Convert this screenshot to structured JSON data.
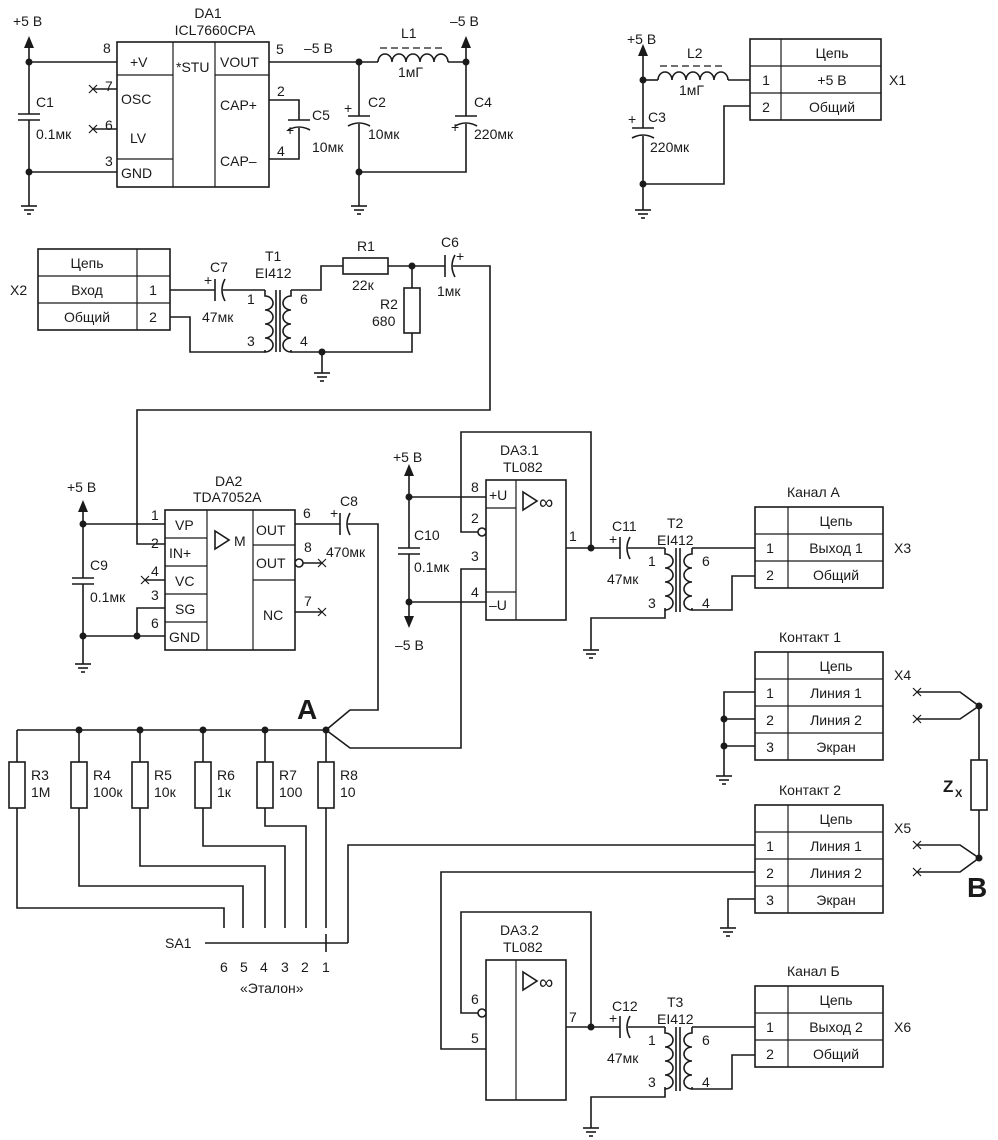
{
  "colors": {
    "ink": "#1a1a1a",
    "paper": "#ffffff"
  },
  "supply": {
    "plus5": "+5 В",
    "minus5": "–5 В"
  },
  "da1": {
    "ref": "DA1",
    "part": "ICL7660CPA",
    "center": "*STU",
    "pins": [
      {
        "num": "8",
        "name": "+V"
      },
      {
        "num": "7",
        "name": "OSC"
      },
      {
        "num": "6",
        "name": "LV"
      },
      {
        "num": "3",
        "name": "GND"
      },
      {
        "num": "5",
        "name": "VOUT"
      },
      {
        "num": "2",
        "name": "CAP+"
      },
      {
        "num": "4",
        "name": "CAP–"
      }
    ],
    "vout_label": "–5 В"
  },
  "da2": {
    "ref": "DA2",
    "part": "TDA7052A",
    "center": "M",
    "pins": [
      {
        "num": "1",
        "name": "VP"
      },
      {
        "num": "2",
        "name": "IN+"
      },
      {
        "num": "4",
        "name": "VC"
      },
      {
        "num": "3",
        "name": "SG"
      },
      {
        "num": "6",
        "name": "GND"
      },
      {
        "num": "6",
        "name": "OUT"
      },
      {
        "num": "8",
        "name": "OUT"
      },
      {
        "num": "7",
        "name": "NC"
      }
    ]
  },
  "da31": {
    "ref": "DA3.1",
    "part": "TL082",
    "sym": "∞",
    "pins": [
      {
        "num": "8",
        "name": "+U"
      },
      {
        "num": "2"
      },
      {
        "num": "3"
      },
      {
        "num": "4",
        "name": "–U"
      },
      {
        "num": "1"
      }
    ]
  },
  "da32": {
    "ref": "DA3.2",
    "part": "TL082",
    "sym": "∞",
    "pins": [
      {
        "num": "6"
      },
      {
        "num": "5"
      },
      {
        "num": "7"
      }
    ]
  },
  "caps": [
    {
      "ref": "C1",
      "value": "0.1мк"
    },
    {
      "ref": "C2",
      "value": "10мк"
    },
    {
      "ref": "C3",
      "value": "220мк"
    },
    {
      "ref": "C4",
      "value": "220мк"
    },
    {
      "ref": "C5",
      "value": "10мк"
    },
    {
      "ref": "C6",
      "value": "1мк"
    },
    {
      "ref": "C7",
      "value": "47мк"
    },
    {
      "ref": "C8",
      "value": "470мк"
    },
    {
      "ref": "C9",
      "value": "0.1мк"
    },
    {
      "ref": "C10",
      "value": "0.1мк"
    },
    {
      "ref": "C11",
      "value": "47мк"
    },
    {
      "ref": "C12",
      "value": "47мк"
    }
  ],
  "inductors": [
    {
      "ref": "L1",
      "value": "1мГ"
    },
    {
      "ref": "L2",
      "value": "1мГ"
    }
  ],
  "resistors": [
    {
      "ref": "R1",
      "value": "22к"
    },
    {
      "ref": "R2",
      "value": "680"
    },
    {
      "ref": "R3",
      "value": "1М"
    },
    {
      "ref": "R4",
      "value": "100к"
    },
    {
      "ref": "R5",
      "value": "10к"
    },
    {
      "ref": "R6",
      "value": "1к"
    },
    {
      "ref": "R7",
      "value": "100"
    },
    {
      "ref": "R8",
      "value": "10"
    }
  ],
  "transformers": [
    {
      "ref": "T1",
      "part": "EI412",
      "pins": [
        "1",
        "3",
        "6",
        "4"
      ]
    },
    {
      "ref": "T2",
      "part": "EI412",
      "pins": [
        "1",
        "3",
        "6",
        "4"
      ]
    },
    {
      "ref": "T3",
      "part": "EI412",
      "pins": [
        "1",
        "3",
        "6",
        "4"
      ]
    }
  ],
  "cap_plus": "+",
  "connectors": {
    "header": "Цепь",
    "x1": {
      "ref": "X1",
      "rows": [
        {
          "n": "1",
          "net": "+5 В"
        },
        {
          "n": "2",
          "net": "Общий"
        }
      ]
    },
    "x2": {
      "ref": "X2",
      "rows": [
        {
          "n": "1",
          "net": "Вход"
        },
        {
          "n": "2",
          "net": "Общий"
        }
      ]
    },
    "x3": {
      "ref": "X3",
      "title": "Канал А",
      "rows": [
        {
          "n": "1",
          "net": "Выход 1"
        },
        {
          "n": "2",
          "net": "Общий"
        }
      ]
    },
    "x4": {
      "ref": "X4",
      "title": "Контакт 1",
      "rows": [
        {
          "n": "1",
          "net": "Линия 1"
        },
        {
          "n": "2",
          "net": "Линия 2"
        },
        {
          "n": "3",
          "net": "Экран"
        }
      ]
    },
    "x5": {
      "ref": "X5",
      "title": "Контакт 2",
      "rows": [
        {
          "n": "1",
          "net": "Линия 1"
        },
        {
          "n": "2",
          "net": "Линия 2"
        },
        {
          "n": "3",
          "net": "Экран"
        }
      ]
    },
    "x6": {
      "ref": "X6",
      "title": "Канал Б",
      "rows": [
        {
          "n": "1",
          "net": "Выход 2"
        },
        {
          "n": "2",
          "net": "Общий"
        }
      ]
    }
  },
  "switch": {
    "ref": "SA1",
    "positions": [
      "6",
      "5",
      "4",
      "3",
      "2",
      "1"
    ],
    "caption": "«Эталон»"
  },
  "nodes": {
    "a": "A",
    "b": "B"
  },
  "zx": {
    "main": "Z",
    "sub": "X"
  }
}
